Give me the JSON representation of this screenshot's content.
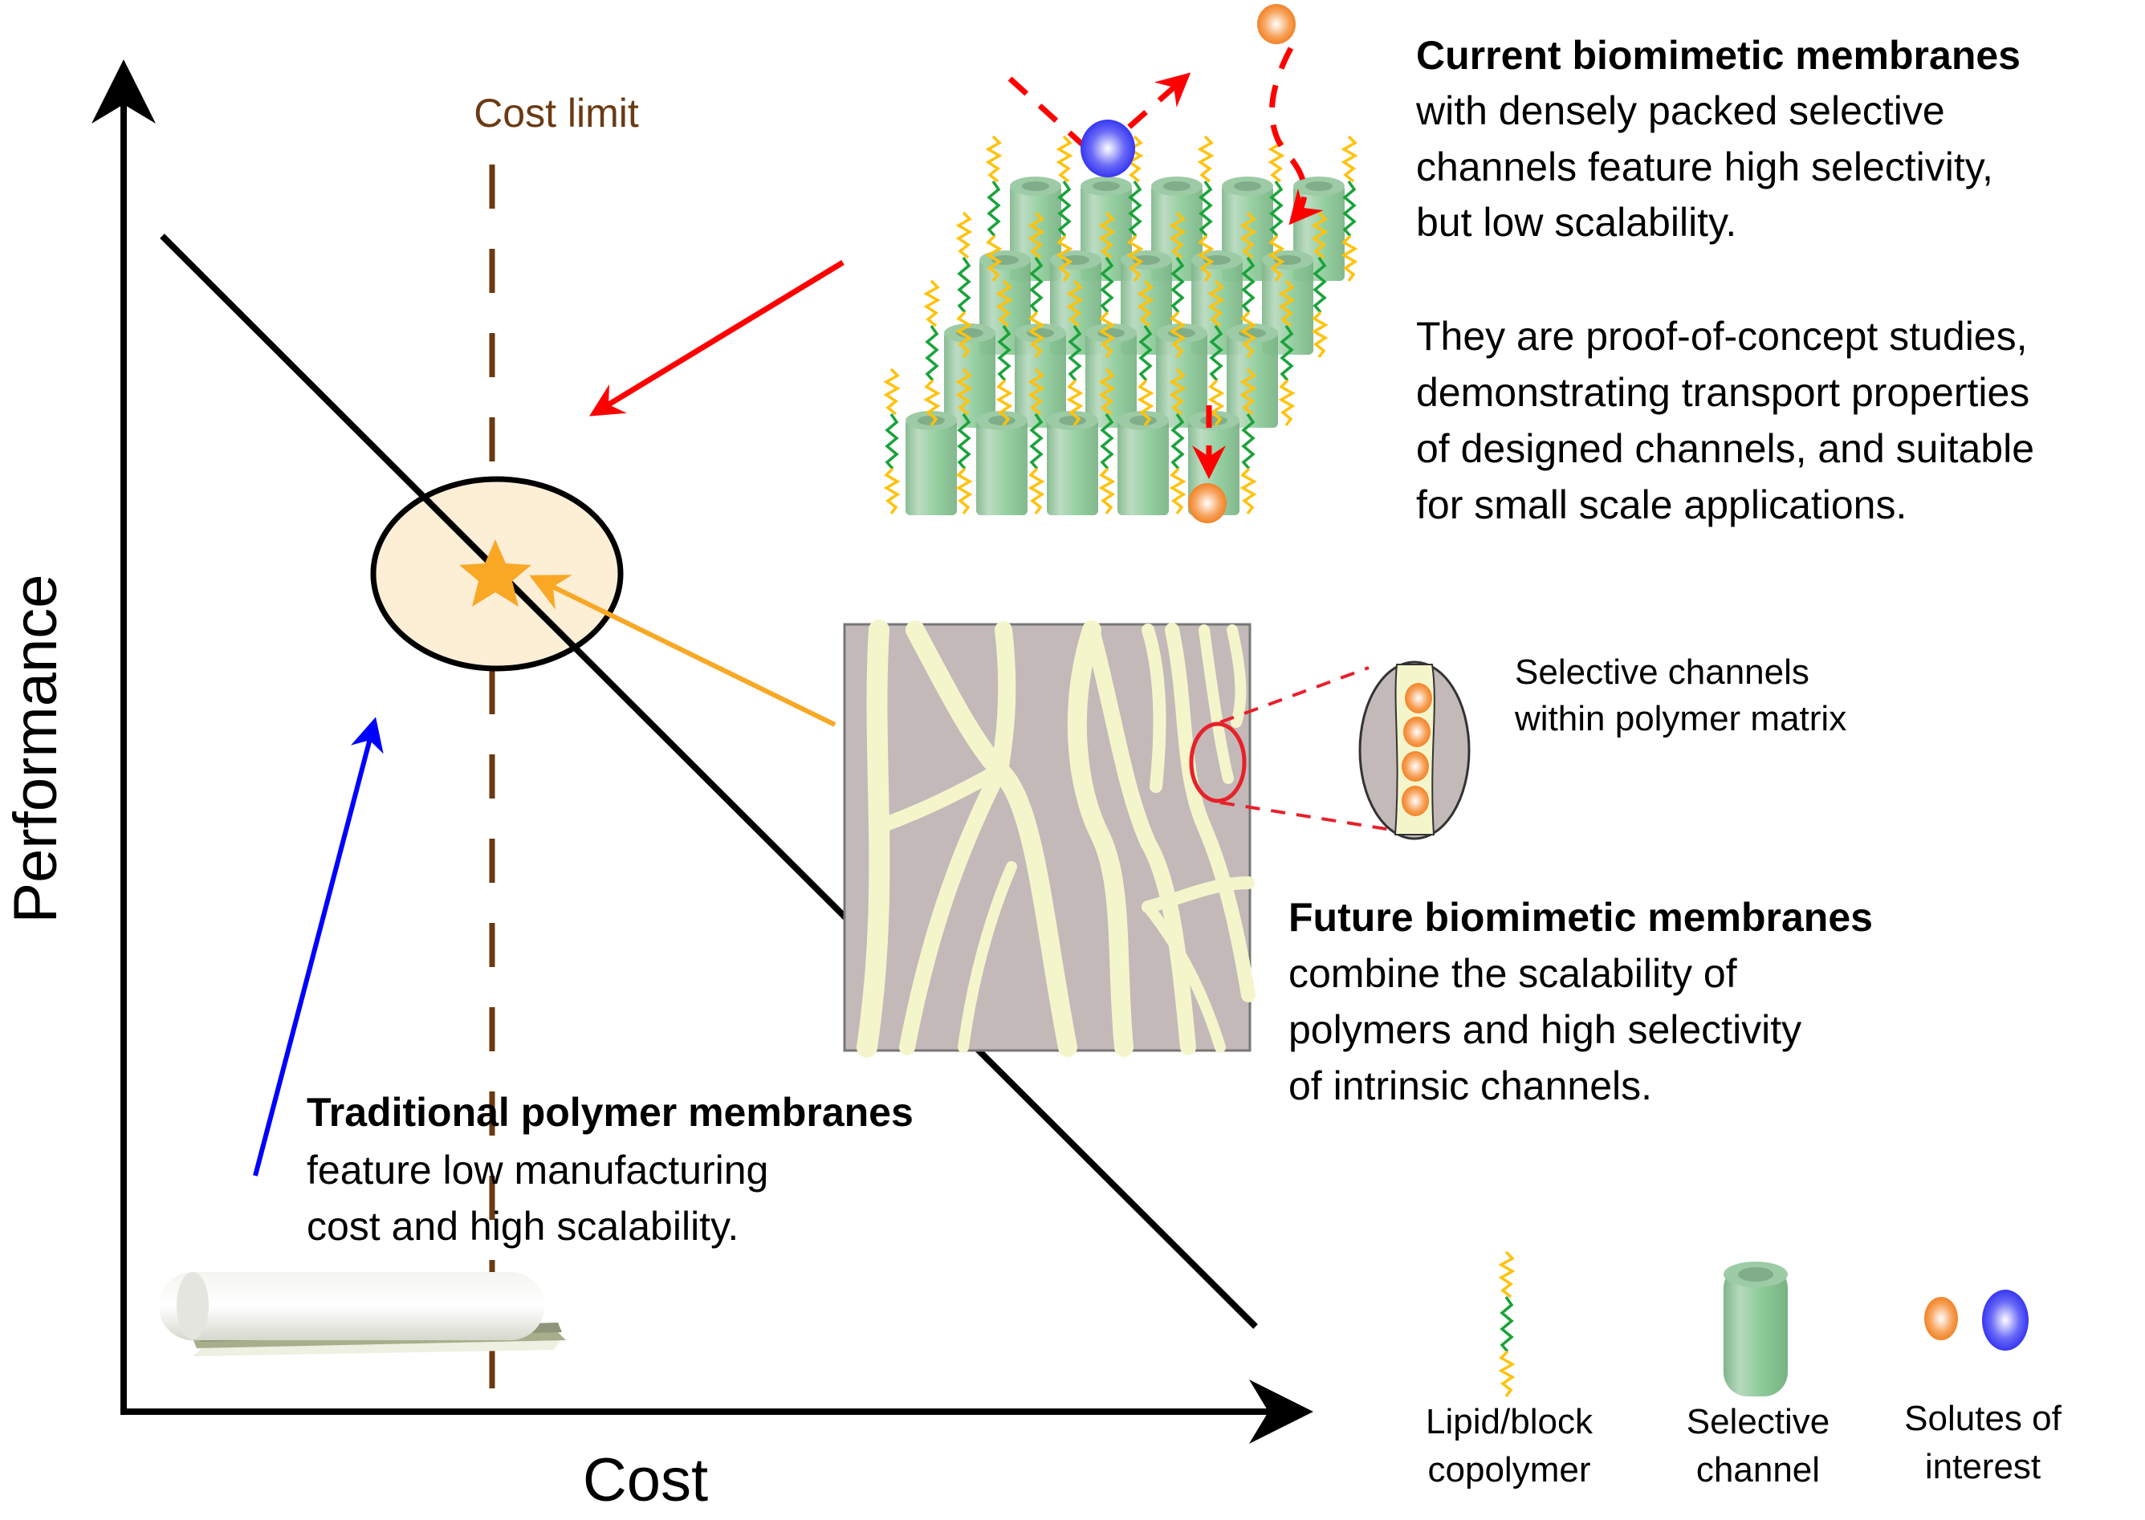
{
  "axes": {
    "x_label": "Cost",
    "y_label": "Performance"
  },
  "cost_limit": {
    "label": "Cost limit",
    "color": "#6b3a12"
  },
  "current_membranes": {
    "title": "Current biomimetic membranes",
    "lines": [
      "with densely packed selective",
      "channels feature high selectivity,",
      "but low scalability."
    ],
    "paragraph2": [
      "They are proof-of-concept studies,",
      "demonstrating transport properties",
      "of designed channels, and suitable",
      "for small scale applications."
    ],
    "arrow_color": "#ff0000"
  },
  "future_membranes": {
    "title": "Future biomimetic membranes",
    "lines": [
      "combine the scalability of",
      "polymers and high selectivity",
      "of intrinsic channels."
    ],
    "arrow_color": "#f9a825",
    "inset_label": [
      "Selective channels",
      "within polymer matrix"
    ]
  },
  "traditional_membranes": {
    "title": "Traditional polymer membranes",
    "lines": [
      "feature low manufacturing",
      "cost and high scalability."
    ],
    "arrow_color": "#0000ff"
  },
  "target_region": {
    "fill": "#fdeed6",
    "star_color": "#f9a825"
  },
  "legend": [
    {
      "icon": "lipid-chain-icon",
      "lines": [
        "Lipid/block",
        "copolymer"
      ]
    },
    {
      "icon": "selective-channel-icon",
      "lines": [
        "Selective",
        "channel"
      ]
    },
    {
      "icon": "solute-spheres-icon",
      "lines": [
        "Solutes of",
        "interest"
      ]
    }
  ],
  "colors": {
    "channel_green": "#8fc79a",
    "lipid_head": "#ffc20e",
    "lipid_tail": "#1aa33a",
    "solute_orange": "#f07c1a",
    "solute_blue": "#3a3af5",
    "polymer_matrix": "#c3b9b9",
    "polymer_channels": "#f5f5cc"
  }
}
